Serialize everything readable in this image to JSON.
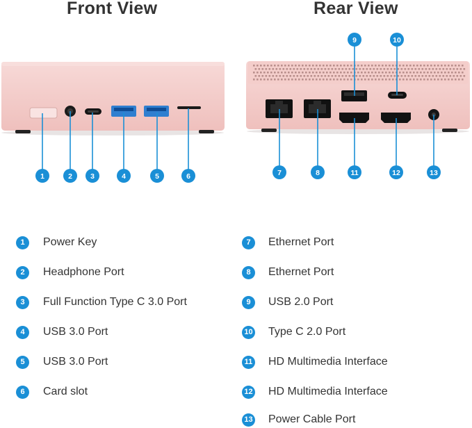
{
  "titles": {
    "front": "Front View",
    "rear": "Rear View"
  },
  "colors": {
    "device_body": "#f3c9c7",
    "device_top": "#f6d7d5",
    "device_dark": "#d9a9a6",
    "port_black": "#141414",
    "accent_blue": "#1a8fd6",
    "text": "#333333"
  },
  "callouts": {
    "front": [
      "1",
      "2",
      "3",
      "4",
      "5",
      "6"
    ],
    "rear": [
      "7",
      "8",
      "9",
      "10",
      "11",
      "12",
      "13"
    ]
  },
  "legend": {
    "left": [
      {
        "num": "1",
        "label": "Power Key"
      },
      {
        "num": "2",
        "label": "Headphone Port"
      },
      {
        "num": "3",
        "label": "Full Function Type C 3.0 Port"
      },
      {
        "num": "4",
        "label": "USB 3.0 Port"
      },
      {
        "num": "5",
        "label": "USB 3.0 Port"
      },
      {
        "num": "6",
        "label": "Card slot"
      }
    ],
    "right": [
      {
        "num": "7",
        "label": "Ethernet Port"
      },
      {
        "num": "8",
        "label": "Ethernet Port"
      },
      {
        "num": "9",
        "label": "USB 2.0 Port"
      },
      {
        "num": "10",
        "label": "Type C 2.0 Port"
      },
      {
        "num": "11",
        "label": "HD Multimedia Interface"
      },
      {
        "num": "12",
        "label": "HD Multimedia Interface"
      },
      {
        "num": "13",
        "label": "Power Cable Port"
      }
    ]
  }
}
